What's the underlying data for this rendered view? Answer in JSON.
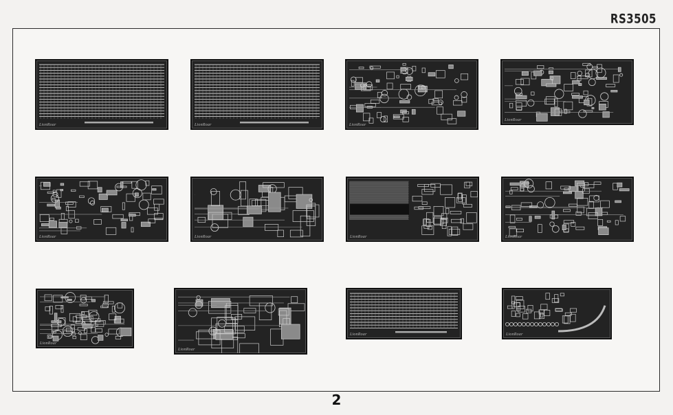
{
  "header": {
    "product_code": "RS3505"
  },
  "footer": {
    "page_number": "2"
  },
  "sheets": [
    {
      "id": "fret-1",
      "brand": "LionRoar"
    },
    {
      "id": "fret-2",
      "brand": "LionRoar"
    },
    {
      "id": "fret-3",
      "brand": "LionRoar"
    },
    {
      "id": "fret-4",
      "brand": "LionRoar"
    },
    {
      "id": "fret-5",
      "brand": "LionRoar"
    },
    {
      "id": "fret-6",
      "brand": "LionRoar"
    },
    {
      "id": "fret-7",
      "brand": "LionRoar"
    },
    {
      "id": "fret-8",
      "brand": "LionRoar"
    },
    {
      "id": "fret-9",
      "brand": "LionRoar"
    },
    {
      "id": "fret-10",
      "brand": "LionRoar"
    },
    {
      "id": "fret-11",
      "brand": "LionRoar"
    },
    {
      "id": "fret-12",
      "brand": "LionRoar"
    }
  ]
}
